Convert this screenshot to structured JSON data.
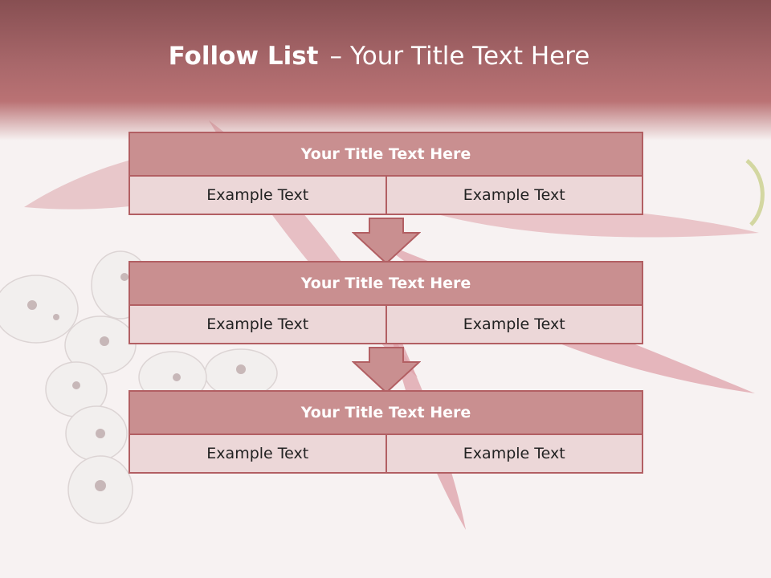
{
  "colors": {
    "header_dark": "#874f52",
    "header_light": "#ba7274",
    "block_title_fill": "#c98f90",
    "block_cell_fill": "#ecd7d8",
    "block_border": "#b25f63",
    "background": "#f7f2f2"
  },
  "title": {
    "bold_part": "Follow List",
    "dash": "–",
    "normal_part": "Your Title Text Here"
  },
  "blocks": [
    {
      "title": "Your Title Text Here",
      "cells": [
        "Example Text",
        "Example Text"
      ]
    },
    {
      "title": "Your Title Text Here",
      "cells": [
        "Example Text",
        "Example Text"
      ]
    },
    {
      "title": "Your Title Text Here",
      "cells": [
        "Example Text",
        "Example Text"
      ]
    }
  ],
  "icons": {
    "connector": "down-arrow-icon"
  }
}
